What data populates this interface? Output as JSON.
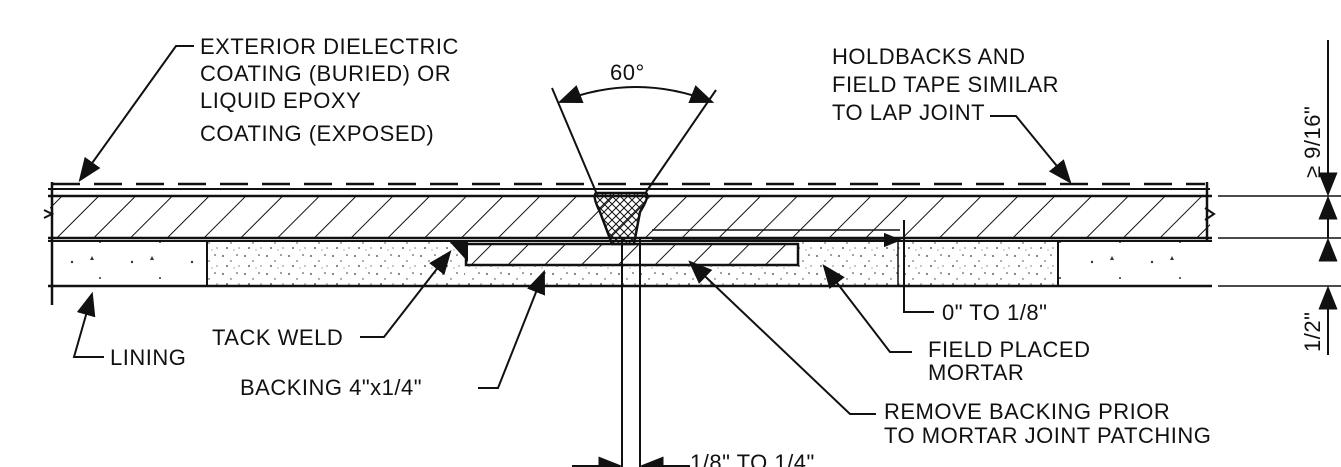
{
  "angle": "60°",
  "coating": [
    "EXTERIOR DIELECTRIC",
    "COATING (BURIED) OR",
    "LIQUID EPOXY",
    "COATING (EXPOSED)"
  ],
  "holdbacks": [
    "HOLDBACKS AND",
    "FIELD TAPE SIMILAR",
    "TO LAP JOINT"
  ],
  "tack_weld": "TACK WELD",
  "lining": "LINING",
  "backing": "BACKING 4\"x1/4\"",
  "gap": "0\" TO 1/8\"",
  "mortar": [
    "FIELD PLACED",
    "MORTAR"
  ],
  "remove_backing": [
    "REMOVE BACKING PRIOR",
    "TO MORTAR JOINT PATCHING"
  ],
  "root_gap": "1/8\" TO 1/4\"",
  "dim_top": "≥ 9/16\"",
  "dim_bottom": "1/2\""
}
